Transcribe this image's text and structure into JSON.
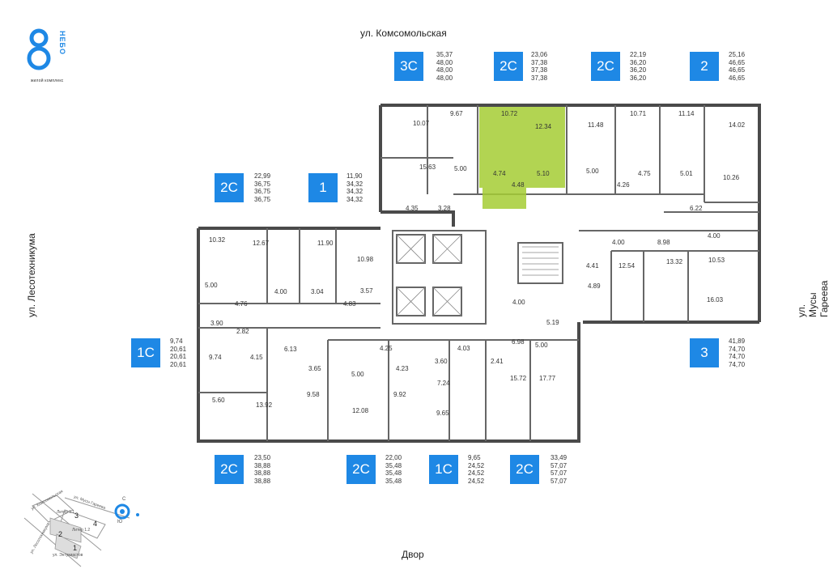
{
  "logo": {
    "word": "НЕБО",
    "tagline": "жилой комплекс"
  },
  "streets": {
    "top": "ул. Комсомольская",
    "left": "ул. Лесотехникума",
    "right": "ул. Мусы Гареева",
    "bottom": "Двор"
  },
  "colors": {
    "badge": "#1e88e5",
    "highlight": "#a5cc34",
    "wall": "#4a4a4a"
  },
  "apartments": [
    {
      "id": "a3c",
      "type": "3С",
      "areas": [
        "35,37",
        "48,00",
        "48,00",
        "48,00"
      ]
    },
    {
      "id": "a2c1",
      "type": "2С",
      "areas": [
        "23,06",
        "37,38",
        "37,38",
        "37,38"
      ]
    },
    {
      "id": "a2c2",
      "type": "2С",
      "areas": [
        "22,19",
        "36,20",
        "36,20",
        "36,20"
      ]
    },
    {
      "id": "a2",
      "type": "2",
      "areas": [
        "25,16",
        "46,65",
        "46,65",
        "46,65"
      ]
    },
    {
      "id": "a2c3",
      "type": "2С",
      "areas": [
        "22,99",
        "36,75",
        "36,75",
        "36,75"
      ]
    },
    {
      "id": "a1",
      "type": "1",
      "areas": [
        "11,90",
        "34,32",
        "34,32",
        "34,32"
      ]
    },
    {
      "id": "a1c1",
      "type": "1С",
      "areas": [
        "9,74",
        "20,61",
        "20,61",
        "20,61"
      ]
    },
    {
      "id": "a3",
      "type": "3",
      "areas": [
        "41,89",
        "74,70",
        "74,70",
        "74,70"
      ]
    },
    {
      "id": "a2c4",
      "type": "2С",
      "areas": [
        "23,50",
        "38,88",
        "38,88",
        "38,88"
      ]
    },
    {
      "id": "a2c5",
      "type": "2С",
      "areas": [
        "22,00",
        "35,48",
        "35,48",
        "35,48"
      ]
    },
    {
      "id": "a1c2",
      "type": "1С",
      "areas": [
        "9,65",
        "24,52",
        "24,52",
        "24,52"
      ]
    },
    {
      "id": "a2c6",
      "type": "2С",
      "areas": [
        "33,49",
        "57,07",
        "57,07",
        "57,07"
      ]
    }
  ],
  "rooms": [
    "10.07",
    "9.67",
    "10.72",
    "12.34",
    "11.48",
    "10.71",
    "11.14",
    "14.02",
    "15.63",
    "5.00",
    "4.74",
    "5.10",
    "5.00",
    "4.75",
    "5.01",
    "10.26",
    "4.48",
    "4.26",
    "6.22",
    "4.35",
    "3.28",
    "10.32",
    "12.67",
    "11.90",
    "10.98",
    "4.00",
    "8.98",
    "4.00",
    "5.00",
    "4.00",
    "3.04",
    "3.57",
    "4.41",
    "12.54",
    "13.32",
    "10.53",
    "4.76",
    "4.83",
    "4.89",
    "16.03",
    "3.90",
    "2.82",
    "4.00",
    "5.19",
    "6.13",
    "4.15",
    "6.98",
    "5.00",
    "9.74",
    "3.65",
    "4.25",
    "3.60",
    "4.03",
    "5.00",
    "4.23",
    "2.41",
    "15.72",
    "17.77",
    "7.24",
    "5.60",
    "13.92",
    "9.58",
    "12.08",
    "9.92",
    "9.65"
  ],
  "minimap": {
    "streets": [
      "ул. Комсомольская",
      "ул. Мусы Гареева",
      "ул. Лесотехникума",
      "ул. Энтузиастов"
    ],
    "sections": [
      "Литер 1.1",
      "Литер 1.2"
    ],
    "numbers": [
      "1",
      "2",
      "3",
      "4"
    ],
    "compass": [
      "С",
      "Ю"
    ]
  }
}
